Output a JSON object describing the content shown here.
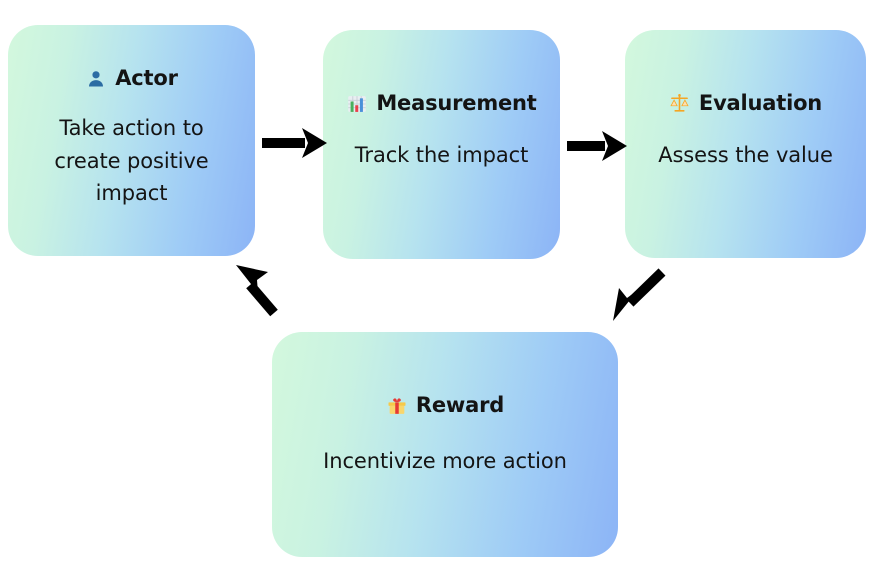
{
  "diagram": {
    "type": "cycle-flowchart",
    "background_color": "#ffffff",
    "node_gradient": {
      "from": "#d3f8dd",
      "to": "#8cb4f6"
    },
    "arrow_color": "#000000",
    "nodes": [
      {
        "id": "actor",
        "icon": "person-bust-icon",
        "icon_color": "#2b6ca3",
        "title": "Actor",
        "description": "Take action to create positive impact"
      },
      {
        "id": "measurement",
        "icon": "bar-chart-icon",
        "icon_color": "#4a90d9",
        "title": "Measurement",
        "description": "Track the impact"
      },
      {
        "id": "evaluation",
        "icon": "balance-scale-icon",
        "icon_color": "#f5a623",
        "title": "Evaluation",
        "description": "Assess the value"
      },
      {
        "id": "reward",
        "icon": "gift-icon",
        "icon_color": "#f9d66c",
        "title": "Reward",
        "description": "Incentivize more action"
      }
    ],
    "arrows": [
      {
        "id": "actor-to-measurement",
        "from": "actor",
        "to": "measurement",
        "direction": "right"
      },
      {
        "id": "measurement-to-evaluation",
        "from": "measurement",
        "to": "evaluation",
        "direction": "right"
      },
      {
        "id": "evaluation-to-reward",
        "from": "evaluation",
        "to": "reward",
        "direction": "down-left"
      },
      {
        "id": "reward-to-actor",
        "from": "reward",
        "to": "actor",
        "direction": "up-left"
      }
    ]
  }
}
